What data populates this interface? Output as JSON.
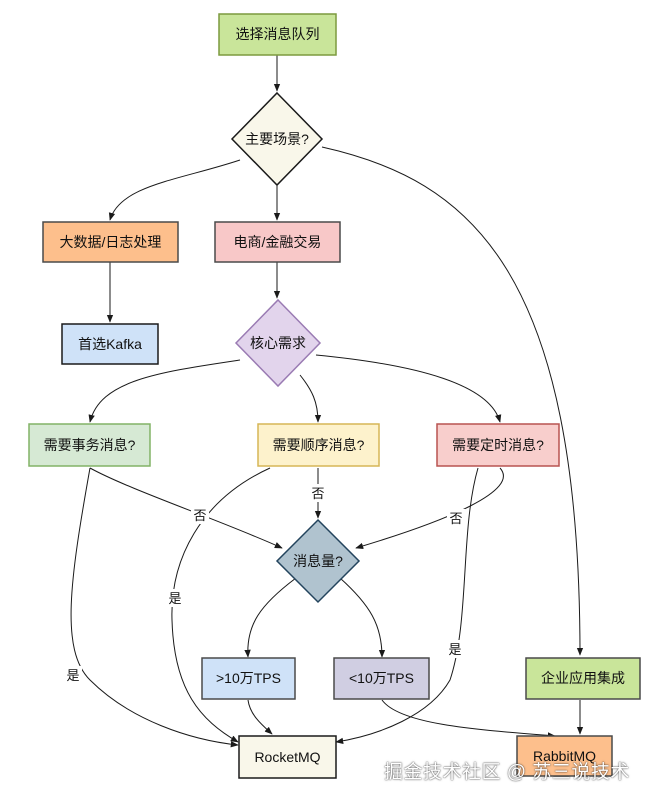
{
  "nodes": {
    "start": {
      "label": "选择消息队列",
      "fill": "#c9e59a",
      "stroke": "#7c9a3e"
    },
    "scenario": {
      "label": "主要场景?",
      "fill": "#f9f7ea",
      "stroke": "#1a1a1a"
    },
    "bigdata": {
      "label": "大数据/日志处理",
      "fill": "#fdbf8c",
      "stroke": "#4a4a4a"
    },
    "ecommerce": {
      "label": "电商/金融交易",
      "fill": "#f8c8c8",
      "stroke": "#4a4a4a"
    },
    "kafka": {
      "label": "首选Kafka",
      "fill": "#cfe2f8",
      "stroke": "#1a1a1a"
    },
    "core": {
      "label": "核心需求",
      "fill": "#e2d4ec",
      "stroke": "#9a7bb3"
    },
    "txn": {
      "label": "需要事务消息?",
      "fill": "#d6e9d4",
      "stroke": "#82b366"
    },
    "order": {
      "label": "需要顺序消息?",
      "fill": "#fdf2cc",
      "stroke": "#d6b656"
    },
    "timed": {
      "label": "需要定时消息?",
      "fill": "#f8cecc",
      "stroke": "#b85450"
    },
    "volume": {
      "label": "消息量?",
      "fill": "#b0c3cf",
      "stroke": "#23445d"
    },
    "gt10": {
      "label": ">10万TPS",
      "fill": "#cfe2f8",
      "stroke": "#4a4a4a"
    },
    "lt10": {
      "label": "<10万TPS",
      "fill": "#d0cee2",
      "stroke": "#4a4a4a"
    },
    "enterprise": {
      "label": "企业应用集成",
      "fill": "#c9e59a",
      "stroke": "#4a4a4a"
    },
    "rocketmq": {
      "label": "RocketMQ",
      "fill": "#f9f7ea",
      "stroke": "#1a1a1a"
    },
    "rabbitmq": {
      "label": "RabbitMQ",
      "fill": "#fdbf8c",
      "stroke": "#4a4a4a"
    }
  },
  "edge_labels": {
    "txn_no": "否",
    "order_no": "否",
    "timed_no": "否",
    "order_yes": "是",
    "txn_yes": "是",
    "timed_yes": "是"
  },
  "watermark": "掘金技术社区 @ 苏三说技术"
}
